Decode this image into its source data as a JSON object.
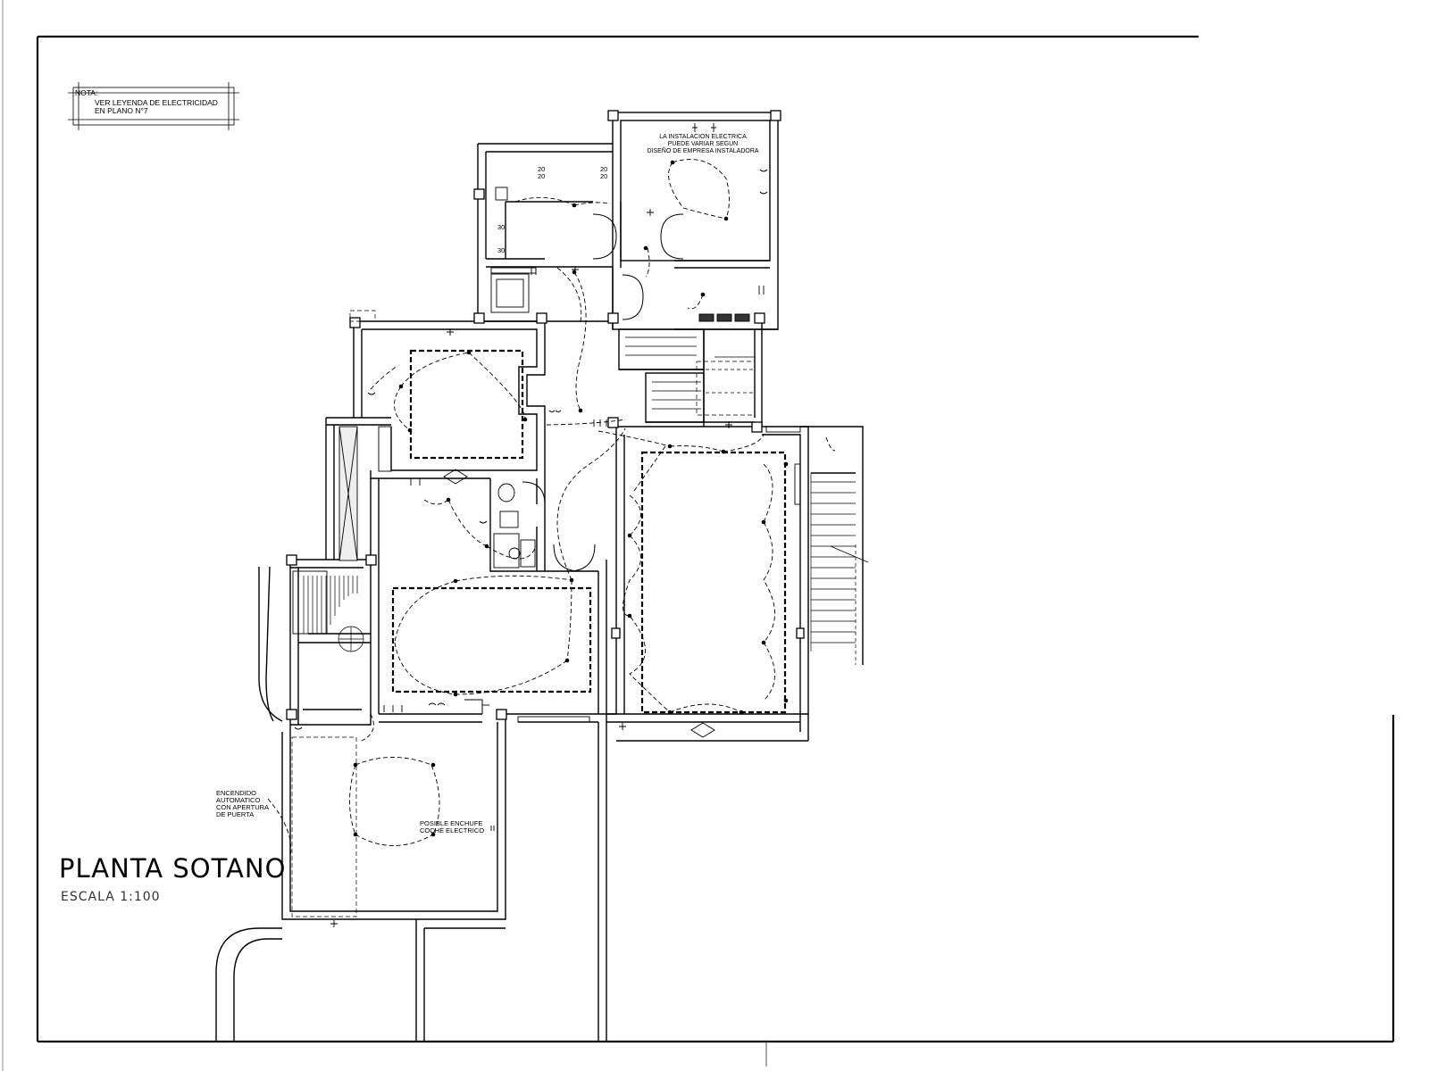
{
  "note": {
    "line1": "NOTA:",
    "line2": "VER LEYENDA DE ELECTRICIDAD",
    "line3": "EN PLANO N°7"
  },
  "install_note": {
    "line1": "LA INSTALACION ELECTRICA",
    "line2": "PUEDE VARIAR SEGUN",
    "line3": "DISEÑO DE EMPRESA INSTALADORA"
  },
  "auto_label": {
    "line1": "ENCENDIDO",
    "line2": "AUTOMATICO",
    "line3": "CON APERTURA",
    "line4": "DE PUERTA"
  },
  "ev_label": {
    "line1": "POSIBLE ENCHUFE",
    "line2": "COCHE ELECTRICO"
  },
  "circuit_labels": {
    "c20a": "20",
    "c20b": "20",
    "c20c": "20",
    "c20d": "20",
    "c30a": "30",
    "c30b": "30"
  },
  "title": "PLANTA SOTANO",
  "scale": "ESCALA 1:100"
}
